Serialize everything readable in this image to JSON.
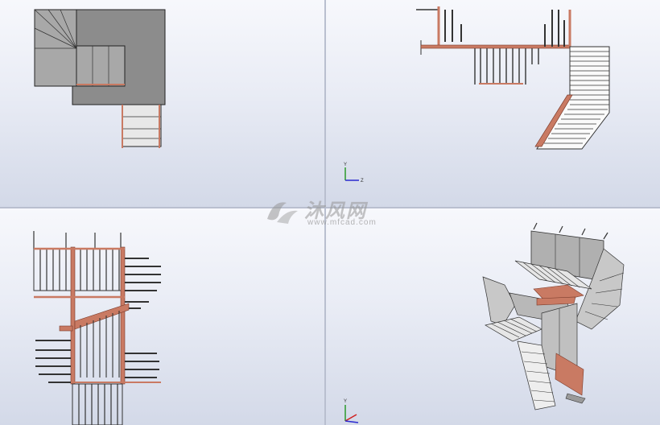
{
  "viewports": [
    {
      "name": "top"
    },
    {
      "name": "front"
    },
    {
      "name": "right"
    },
    {
      "name": "isometric"
    }
  ],
  "triads": {
    "front": {
      "y": "Y",
      "z": "Z"
    },
    "isometric": {
      "y": "Y"
    }
  },
  "watermark": {
    "title": "沐风网",
    "url": "www.mfcad.com"
  },
  "colors": {
    "viewport_top": "#f7f8fc",
    "viewport_bottom": "#d3d9e8",
    "steel": "#c97a63",
    "steel_dark": "#7a3a2a",
    "tread_grey": "#a9a9a9",
    "landing_grey": "#8c8c8c",
    "axis_x": "#d02020",
    "axis_y": "#2a9a2a",
    "axis_z": "#2a2ad0"
  }
}
